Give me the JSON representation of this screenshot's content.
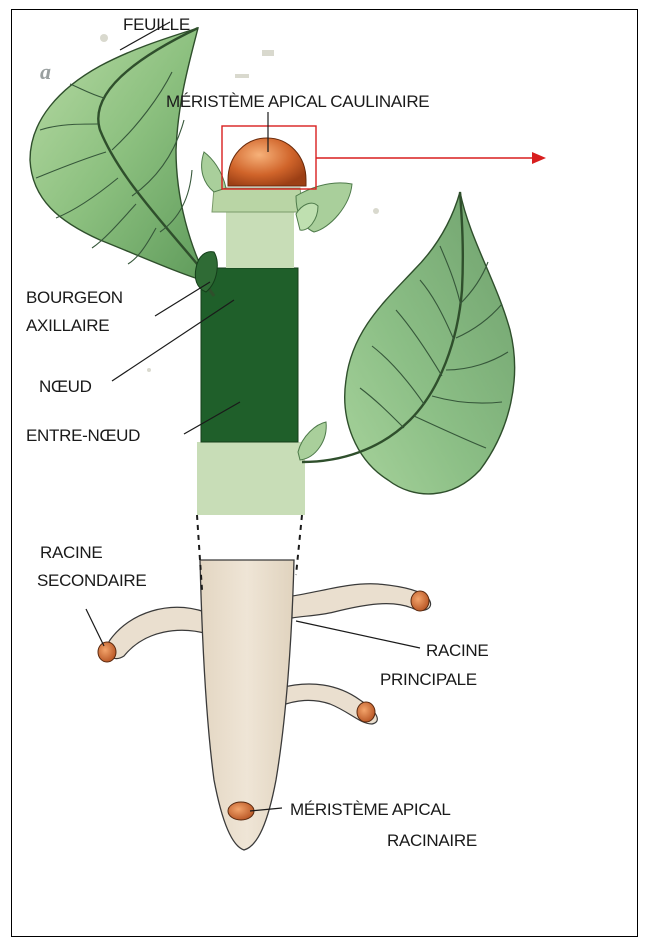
{
  "figure": {
    "panel_letter": "a",
    "labels": {
      "feuille": "FEUILLE",
      "meristeme_caulinaire": "MÉRISTÈME APICAL CAULINAIRE",
      "bourgeon_1": "BOURGEON",
      "bourgeon_2": "AXILLAIRE",
      "noeud": "NŒUD",
      "entre_noeud": "ENTRE-NŒUD",
      "racine_sec_1": "RACINE",
      "racine_sec_2": "SECONDAIRE",
      "racine_pri_1": "RACINE",
      "racine_pri_2": "PRINCIPALE",
      "meristeme_rac_1": "MÉRISTÈME APICAL",
      "meristeme_rac_2": "RACINAIRE"
    },
    "colors": {
      "leaf": "#7fb27a",
      "leaf_light": "#a9cf9b",
      "leaf_dark": "#2f6b35",
      "stem_light": "#c8ddb7",
      "node_dark": "#1f5f2a",
      "root": "#eadfcf",
      "meristem": "#d0642a",
      "highlight": "#d81e1e"
    }
  }
}
